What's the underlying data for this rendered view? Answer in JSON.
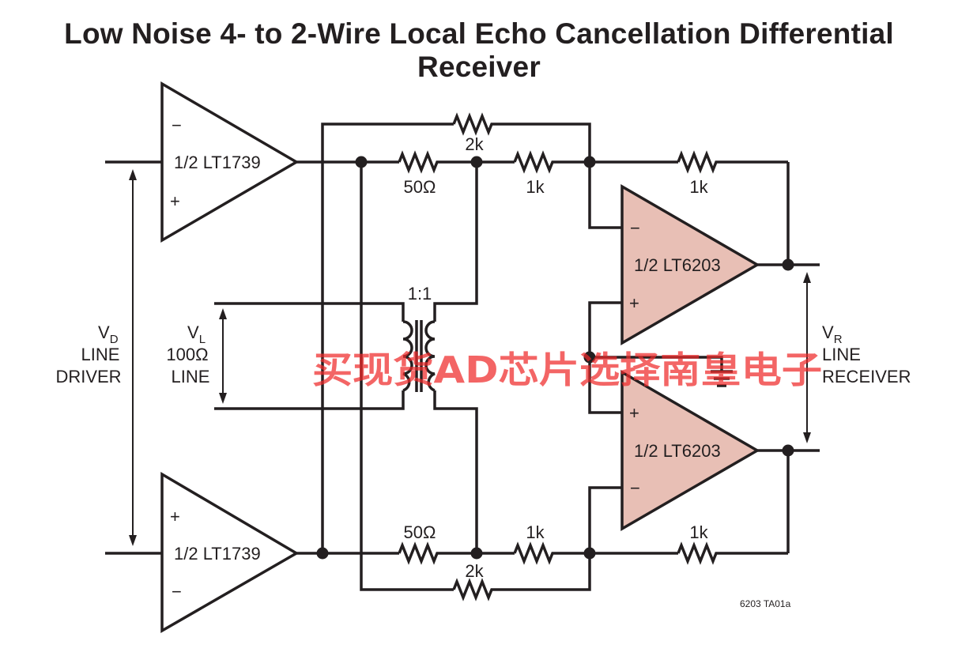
{
  "title": "Low Noise 4- to 2-Wire Local Echo Cancellation Differential Receiver",
  "components": {
    "driver_top": "1/2 LT1739",
    "driver_bottom": "1/2 LT1739",
    "receiver_top": "1/2 LT6203",
    "receiver_bottom": "1/2 LT6203",
    "r_top_2k": "2k",
    "r_top_50": "50Ω",
    "r_top_1k_a": "1k",
    "r_top_1k_fb": "1k",
    "r_bot_50": "50Ω",
    "r_bot_1k_a": "1k",
    "r_bot_1k_fb": "1k",
    "r_bot_2k": "2k",
    "transformer": "1:1"
  },
  "pins": {
    "minus": "−",
    "plus": "+"
  },
  "labels": {
    "vd_main": "V",
    "vd_sub": "D",
    "vd_line1": "LINE",
    "vd_line2": "DRIVER",
    "vl_main": "V",
    "vl_sub": "L",
    "vl_line1": "100Ω",
    "vl_line2": "LINE",
    "vr_main": "V",
    "vr_sub": "R",
    "vr_line1": "LINE",
    "vr_line2": "RECEIVER"
  },
  "figure_code": "6203 TA01a",
  "watermark": "买现货AD芯片选择南皇电子",
  "colors": {
    "ink": "#231f20",
    "receiver_fill": "#e8bfb5",
    "watermark": "#ee2a2a"
  }
}
